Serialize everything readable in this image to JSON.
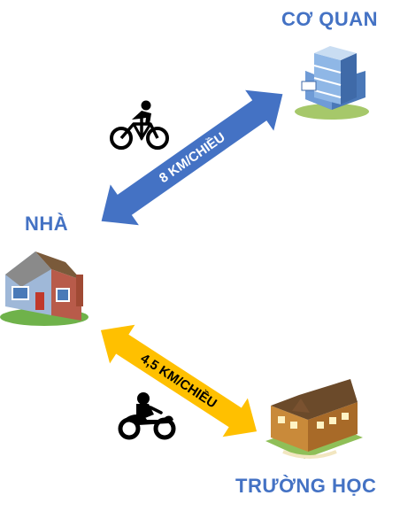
{
  "places": {
    "office": "CƠ QUAN",
    "home": "NHÀ",
    "school": "TRƯỜNG HỌC"
  },
  "routes": [
    {
      "name": "home-office",
      "distance_label": "8 KM/CHIỀU",
      "vehicle": "bicycle-icon",
      "color": "#4472c4",
      "text_color": "#ffffff"
    },
    {
      "name": "home-school",
      "distance_label": "4,5 KM/CHIỀU",
      "vehicle": "motorbike-icon",
      "color": "#ffc000",
      "text_color": "#000000"
    }
  ],
  "colors": {
    "label": "#4472c4",
    "blue_arrow": "#4472c4",
    "yellow_arrow": "#ffc000"
  }
}
